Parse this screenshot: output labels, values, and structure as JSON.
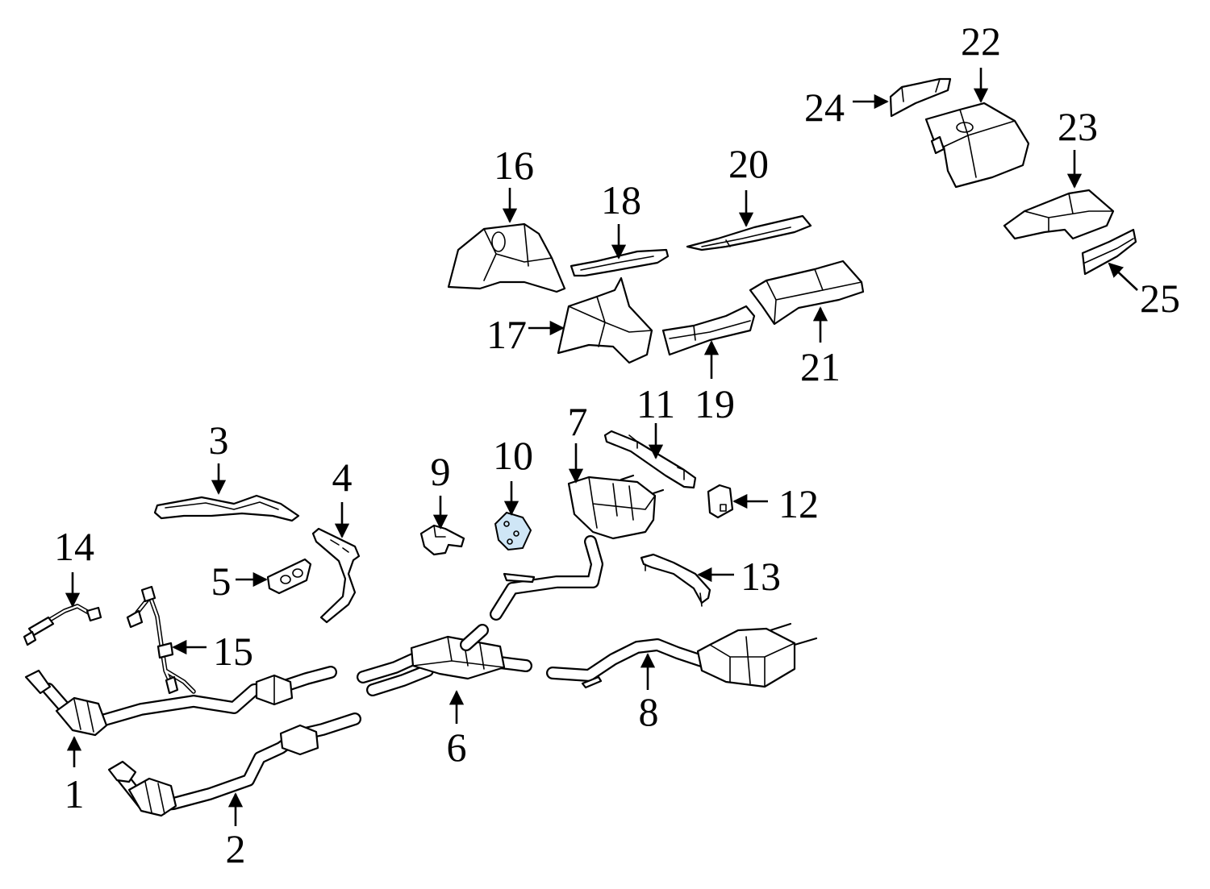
{
  "diagram": {
    "type": "exploded-parts-diagram",
    "line_color": "#000000",
    "accent_color": "#cfe6f6",
    "background": "#ffffff",
    "callouts": [
      "1",
      "2",
      "3",
      "4",
      "5",
      "6",
      "7",
      "8",
      "9",
      "10",
      "11",
      "12",
      "13",
      "14",
      "15",
      "16",
      "17",
      "18",
      "19",
      "20",
      "21",
      "22",
      "23",
      "24",
      "25"
    ]
  }
}
